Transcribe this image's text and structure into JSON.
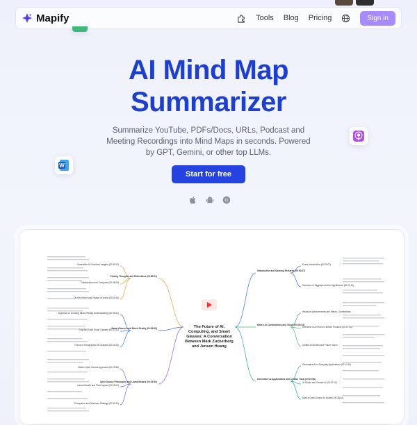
{
  "nav": {
    "brand": "Mapify",
    "links": [
      "Tools",
      "Blog",
      "Pricing"
    ],
    "signin": "Sign in"
  },
  "hero": {
    "title_line1": "AI Mind Map",
    "title_line2": "Summarizer",
    "subtitle": "Summarize YouTube, PDFs/Docs, URLs, Podcast and Meeting Recordings into Mind Maps in seconds. Powered by GPT, Gemini, or other top LLMs.",
    "cta": "Start for free"
  },
  "colors": {
    "brand_blue": "#1d3fd1",
    "cta_blue": "#2443e0",
    "signin_purple": "#a78bfa"
  },
  "platform_icons": [
    "apple-icon",
    "android-icon",
    "chrome-icon"
  ],
  "mindmap": {
    "central": [
      "The Future of AI,",
      "Computing, and Smart",
      "Glasses: A Conversation",
      "Between Mark Zuckerberg",
      "and Jensen Huang"
    ],
    "branches": [
      {
        "label": "Introduction and Opening Remarks (00:00:07)",
        "children": [
          "Event Introduction (00:00:07)",
          "Overview of Siggraph and its Significance (00:02:12)"
        ]
      },
      {
        "label": "Meta's AI Contributions and Vision (00:05:24)",
        "children": [
          "Historical Achievements and Meta's Contributions",
          "Overview of AI Plans in Meta's Products (00:07:55)",
          "Unified AI Models and Future Vision"
        ]
      },
      {
        "label": "Generative AI Applications and Creator Tools (00:19:08)",
        "children": [
          "Generative AI in Everyday Applications (00:14:19)",
          "AI Studio and Creator AI (00:20:10)",
          "Meta's Open Source AI Models (00:28:44)"
        ]
      },
      {
        "label": "Closing Thoughts and Reflections (00:55:01)",
        "children": [
          "Generative AI Unlocked Insights (00:35:11)",
          "Collaboration and Computer (00:48:20)",
          "On the Nature and History of Video (00:52:40)"
        ]
      },
      {
        "label": "Smart Glasses and Mixed Reality (00:38:59)",
        "children": [
          "Approach to Creating Mixed Reality Understanding (00:39:41)",
          "Ray-Ban Meta Smart Glasses (00:43:11)",
          "Future of Holographic AR Glasses (00:44:23)"
        ]
      },
      {
        "label": "Open Source Philosophy and Llama Models (00:23:30)",
        "children": [
          "Meta's Open Source Approach (00:23:55)",
          "Llama Models and Their Impact (00:26:02)",
          "Ecosystem and Business Strategy (00:30:20)"
        ]
      }
    ]
  }
}
